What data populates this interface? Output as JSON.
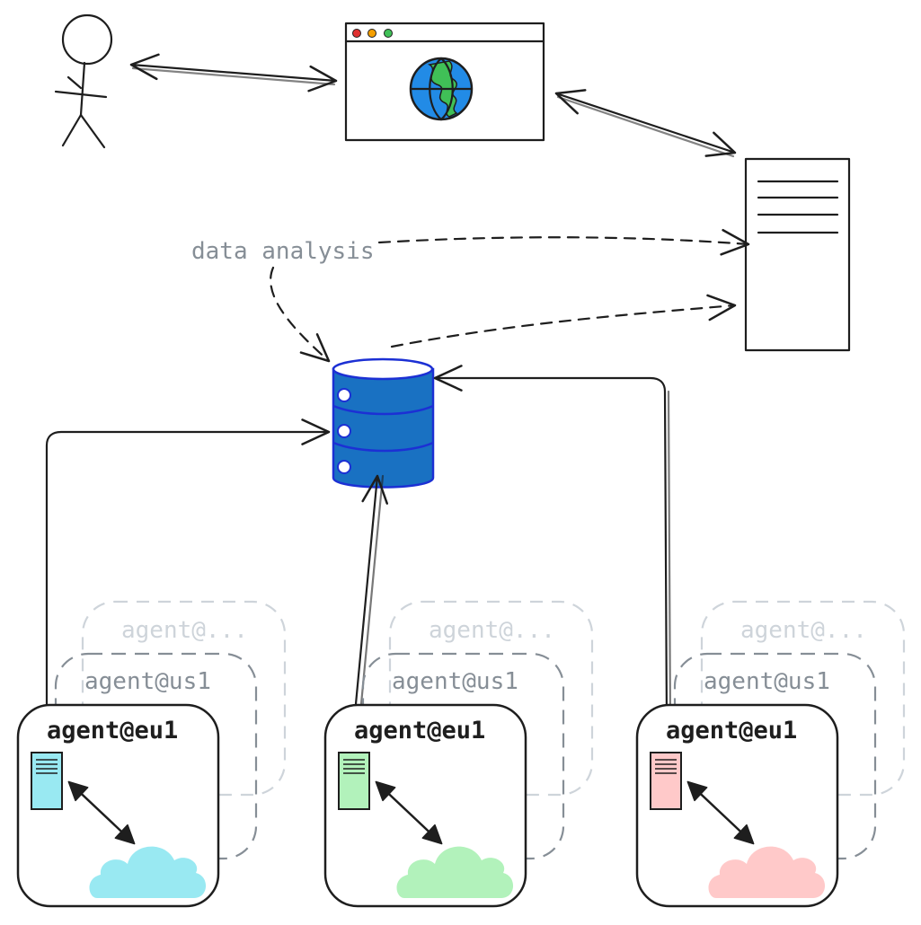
{
  "annotation": {
    "text": "data analysis",
    "color": "#868e96"
  },
  "agents": [
    {
      "front_label": "agent@eu1",
      "middle_label": "agent@us1",
      "back_label": "agent@...",
      "accent_color": "#99e9f2"
    },
    {
      "front_label": "agent@eu1",
      "middle_label": "agent@us1",
      "back_label": "agent@...",
      "accent_color": "#b2f2bb"
    },
    {
      "front_label": "agent@eu1",
      "middle_label": "agent@us1",
      "back_label": "agent@...",
      "accent_color": "#ffc9c9"
    }
  ],
  "colors": {
    "stroke": "#1e1e1e",
    "server_fill": "#e9ecef",
    "database_fill": "#1971c2",
    "database_highlight": "#228be6",
    "database_outline": "#1c30d4",
    "globe_ocean": "#228be6",
    "globe_land": "#40c057",
    "window_dot_red": "#e03131",
    "window_dot_yellow": "#f59f00",
    "window_dot_green": "#40c057",
    "middle_stack_text": "#868e96",
    "back_stack_text": "#ced4da",
    "middle_stack_border": "#868e96",
    "back_stack_border": "#ced4da"
  }
}
